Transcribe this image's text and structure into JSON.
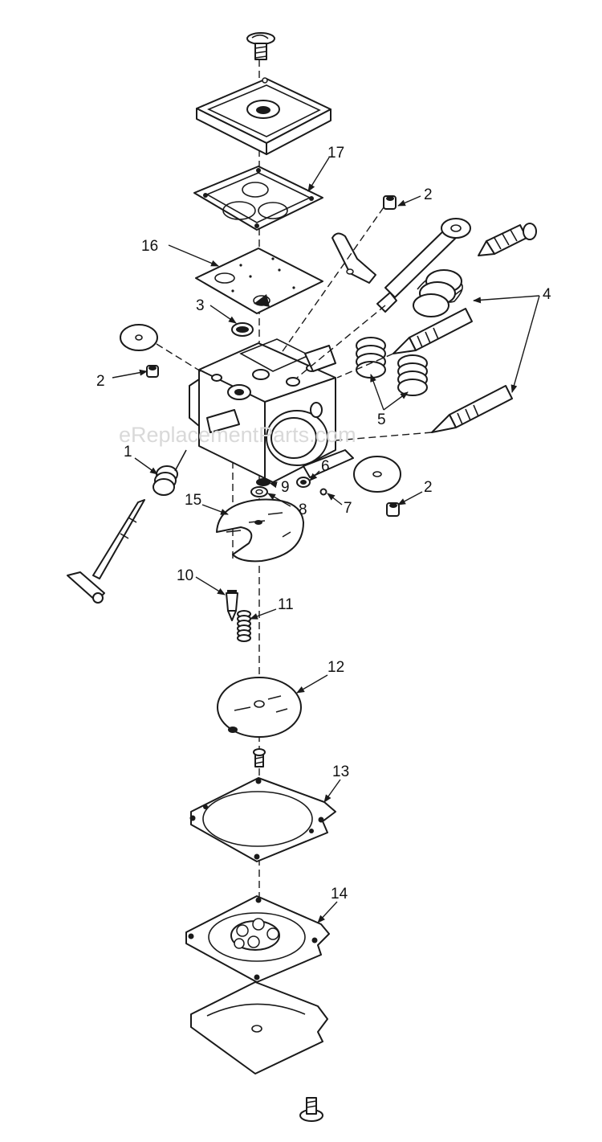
{
  "watermark": "eReplacementParts.com",
  "callouts": {
    "c1": "1",
    "c2a": "2",
    "c2b": "2",
    "c2c": "2",
    "c3": "3",
    "c4": "4",
    "c5": "5",
    "c6": "6",
    "c7": "7",
    "c8": "8",
    "c9": "9",
    "c10": "10",
    "c11": "11",
    "c12": "12",
    "c13": "13",
    "c14": "14",
    "c15": "15",
    "c16": "16",
    "c17": "17"
  },
  "colors": {
    "line": "#1a1a1a",
    "watermark": "#d9d9d9",
    "background": "#ffffff"
  }
}
